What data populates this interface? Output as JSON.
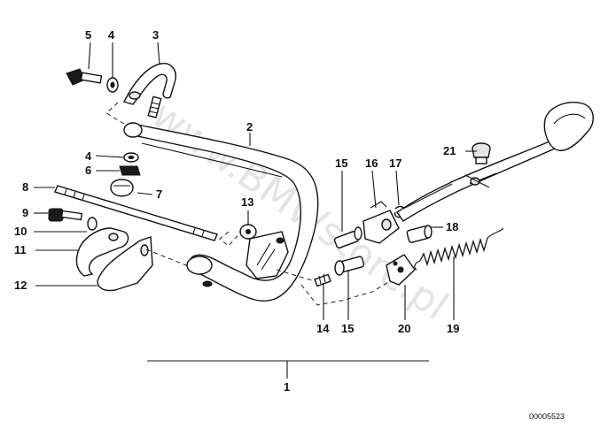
{
  "callouts": {
    "c1": "1",
    "c2": "2",
    "c3": "3",
    "c4a": "4",
    "c4b": "4",
    "c5": "5",
    "c6": "6",
    "c7": "7",
    "c8": "8",
    "c9": "9",
    "c10": "10",
    "c11": "11",
    "c12": "12",
    "c13": "13",
    "c14": "14",
    "c15a": "15",
    "c15b": "15",
    "c16": "16",
    "c17": "17",
    "c18": "18",
    "c19": "19",
    "c20": "20",
    "c21": "21"
  },
  "watermark": "www.BMWstore.pl",
  "document_number": "00005523"
}
